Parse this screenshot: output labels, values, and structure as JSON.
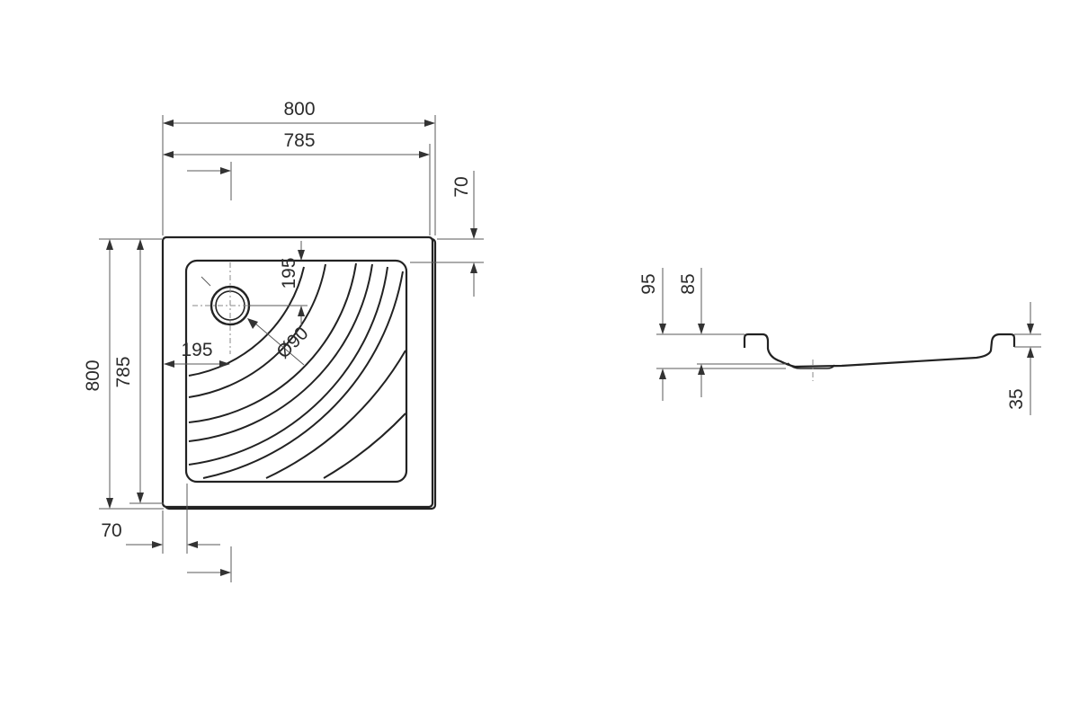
{
  "plan_view": {
    "dim_width_outer": "800",
    "dim_width_inner": "785",
    "dim_rim_top": "70",
    "dim_height_outer": "800",
    "dim_height_inner": "785",
    "dim_rim_left": "70",
    "dim_drain_offset_y": "195",
    "dim_drain_offset_x": "195",
    "dim_drain_diameter": "Ø90"
  },
  "side_view": {
    "dim_total_height": "95",
    "dim_inner_height": "85",
    "dim_rim_height": "35"
  }
}
